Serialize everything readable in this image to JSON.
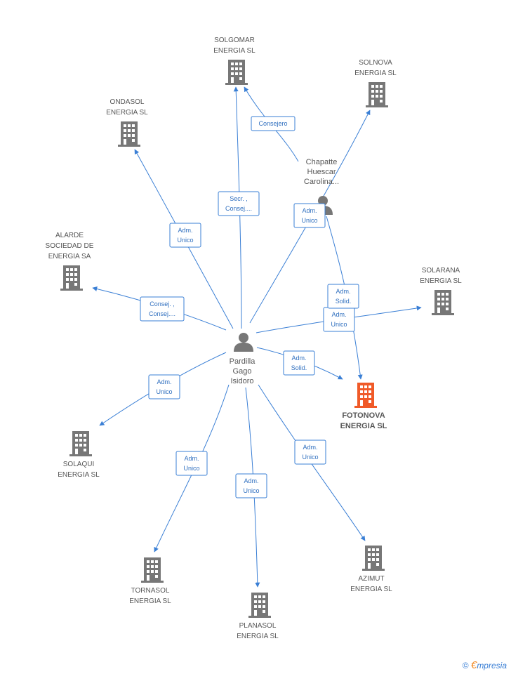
{
  "colors": {
    "edge": "#3a7fd5",
    "company": "#777777",
    "focus": "#f05a28",
    "person": "#777777"
  },
  "people": [
    {
      "id": "pardilla",
      "lines": [
        "Pardilla",
        "Gago",
        "Isidoro"
      ],
      "icon": "person-icon"
    },
    {
      "id": "chapatte",
      "lines": [
        "Chapatte",
        "Huescar",
        "Carolina..."
      ],
      "icon": "person-icon"
    }
  ],
  "companies": [
    {
      "id": "solgomar",
      "lines": [
        "SOLGOMAR",
        "ENERGIA SL"
      ],
      "icon": "building-icon"
    },
    {
      "id": "solnova",
      "lines": [
        "SOLNOVA",
        "ENERGIA SL"
      ],
      "icon": "building-icon"
    },
    {
      "id": "ondasol",
      "lines": [
        "ONDASOL",
        "ENERGIA SL"
      ],
      "icon": "building-icon"
    },
    {
      "id": "alarde",
      "lines": [
        "ALARDE",
        "SOCIEDAD DE",
        "ENERGIA SA"
      ],
      "icon": "building-icon"
    },
    {
      "id": "solarana",
      "lines": [
        "SOLARANA",
        "ENERGIA SL"
      ],
      "icon": "building-icon"
    },
    {
      "id": "fotonova",
      "lines": [
        "FOTONOVA",
        "ENERGIA SL"
      ],
      "icon": "building-icon",
      "focus": true
    },
    {
      "id": "solaqui",
      "lines": [
        "SOLAQUI",
        "ENERGIA SL"
      ],
      "icon": "building-icon"
    },
    {
      "id": "tornasol",
      "lines": [
        "TORNASOL",
        "ENERGIA SL"
      ],
      "icon": "building-icon"
    },
    {
      "id": "planasol",
      "lines": [
        "PLANASOL",
        "ENERGIA SL"
      ],
      "icon": "building-icon"
    },
    {
      "id": "azimut",
      "lines": [
        "AZIMUT",
        "ENERGIA SL"
      ],
      "icon": "building-icon"
    }
  ],
  "relations": [
    {
      "from": "pardilla",
      "to": "solgomar",
      "lines": [
        "Secr. ,",
        "Consej...."
      ]
    },
    {
      "from": "chapatte",
      "to": "solgomar",
      "lines": [
        "Consejero"
      ]
    },
    {
      "from": "pardilla",
      "to": "solnova",
      "lines": [
        "Adm.",
        "Unico"
      ]
    },
    {
      "from": "pardilla",
      "to": "ondasol",
      "lines": [
        "Adm.",
        "Unico"
      ]
    },
    {
      "from": "pardilla",
      "to": "alarde",
      "lines": [
        "Consej. ,",
        "Consej...."
      ]
    },
    {
      "from": "pardilla",
      "to": "solarana",
      "lines": [
        "Adm.",
        "Unico"
      ]
    },
    {
      "from": "chapatte",
      "to": "fotonova",
      "lines": [
        "Adm.",
        "Solid."
      ]
    },
    {
      "from": "pardilla",
      "to": "fotonova",
      "lines": [
        "Adm.",
        "Solid."
      ]
    },
    {
      "from": "pardilla",
      "to": "solaqui",
      "lines": [
        "Adm.",
        "Unico"
      ]
    },
    {
      "from": "pardilla",
      "to": "tornasol",
      "lines": [
        "Adm.",
        "Unico"
      ]
    },
    {
      "from": "pardilla",
      "to": "planasol",
      "lines": [
        "Adm.",
        "Unico"
      ]
    },
    {
      "from": "pardilla",
      "to": "azimut",
      "lines": [
        "Adm.",
        "Unico"
      ]
    }
  ],
  "brand": {
    "copyright": "©",
    "e": "€",
    "name": "mpresia"
  }
}
